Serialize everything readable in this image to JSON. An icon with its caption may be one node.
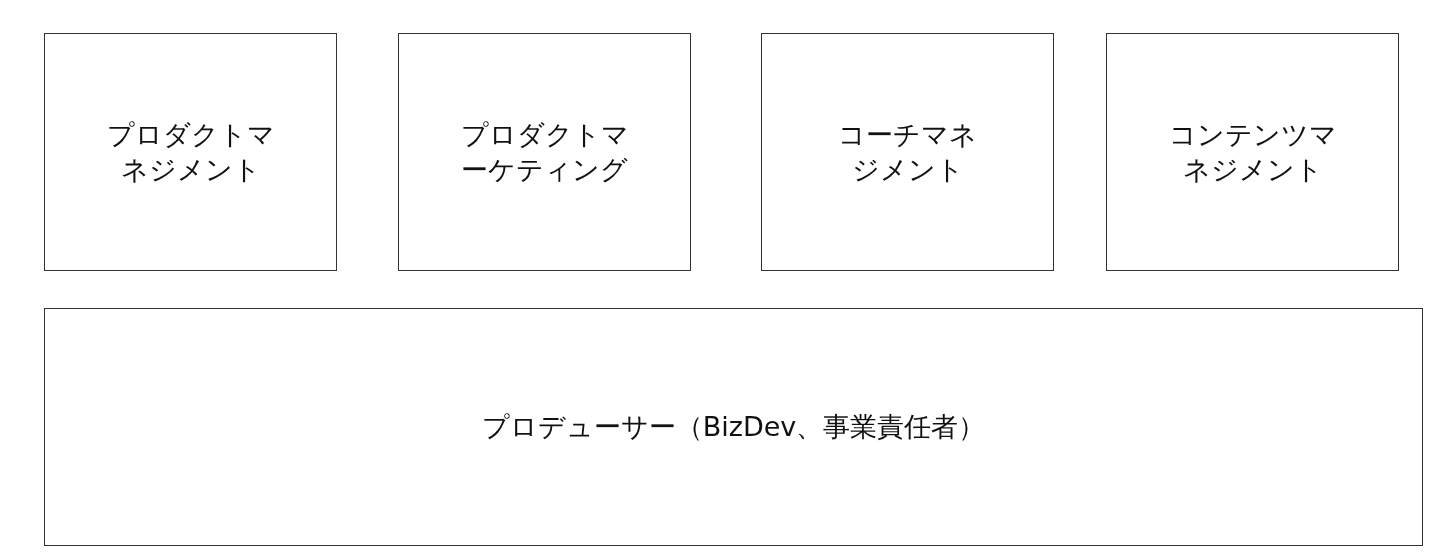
{
  "diagram": {
    "nodes": [
      {
        "text": [
          "プロダクトマネジメント"
        ]
      },
      {
        "text": [
          "プロダクトマーケティング"
        ]
      },
      {
        "text": [
          "コーチマネジメント"
        ]
      },
      {
        "text": [
          "コンテンツマネジメント"
        ]
      },
      {
        "text": [
          "プロデューサー（BizDev、事業責任者）"
        ]
      }
    ]
  }
}
